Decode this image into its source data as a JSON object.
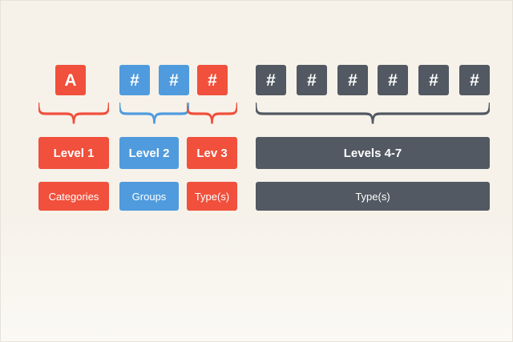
{
  "colors": {
    "red": "#f0503c",
    "blue": "#4f9bdd",
    "dark": "#525962",
    "background": "#f6f2ea",
    "label_text": "#ffffff"
  },
  "diagram": {
    "code_boxes": [
      {
        "char": "A",
        "color": "red"
      },
      {
        "char": "#",
        "color": "blue"
      },
      {
        "char": "#",
        "color": "blue"
      },
      {
        "char": "#",
        "color": "red"
      },
      {
        "char": "#",
        "color": "dark"
      },
      {
        "char": "#",
        "color": "dark"
      },
      {
        "char": "#",
        "color": "dark"
      },
      {
        "char": "#",
        "color": "dark"
      },
      {
        "char": "#",
        "color": "dark"
      },
      {
        "char": "#",
        "color": "dark"
      }
    ],
    "groups": [
      {
        "level": "Level 1",
        "category": "Categories",
        "color": "red"
      },
      {
        "level": "Level 2",
        "category": "Groups",
        "color": "blue"
      },
      {
        "level": "Lev 3",
        "category": "Type(s)",
        "color": "red"
      },
      {
        "level": "Levels 4-7",
        "category": "Type(s)",
        "color": "dark"
      }
    ]
  }
}
